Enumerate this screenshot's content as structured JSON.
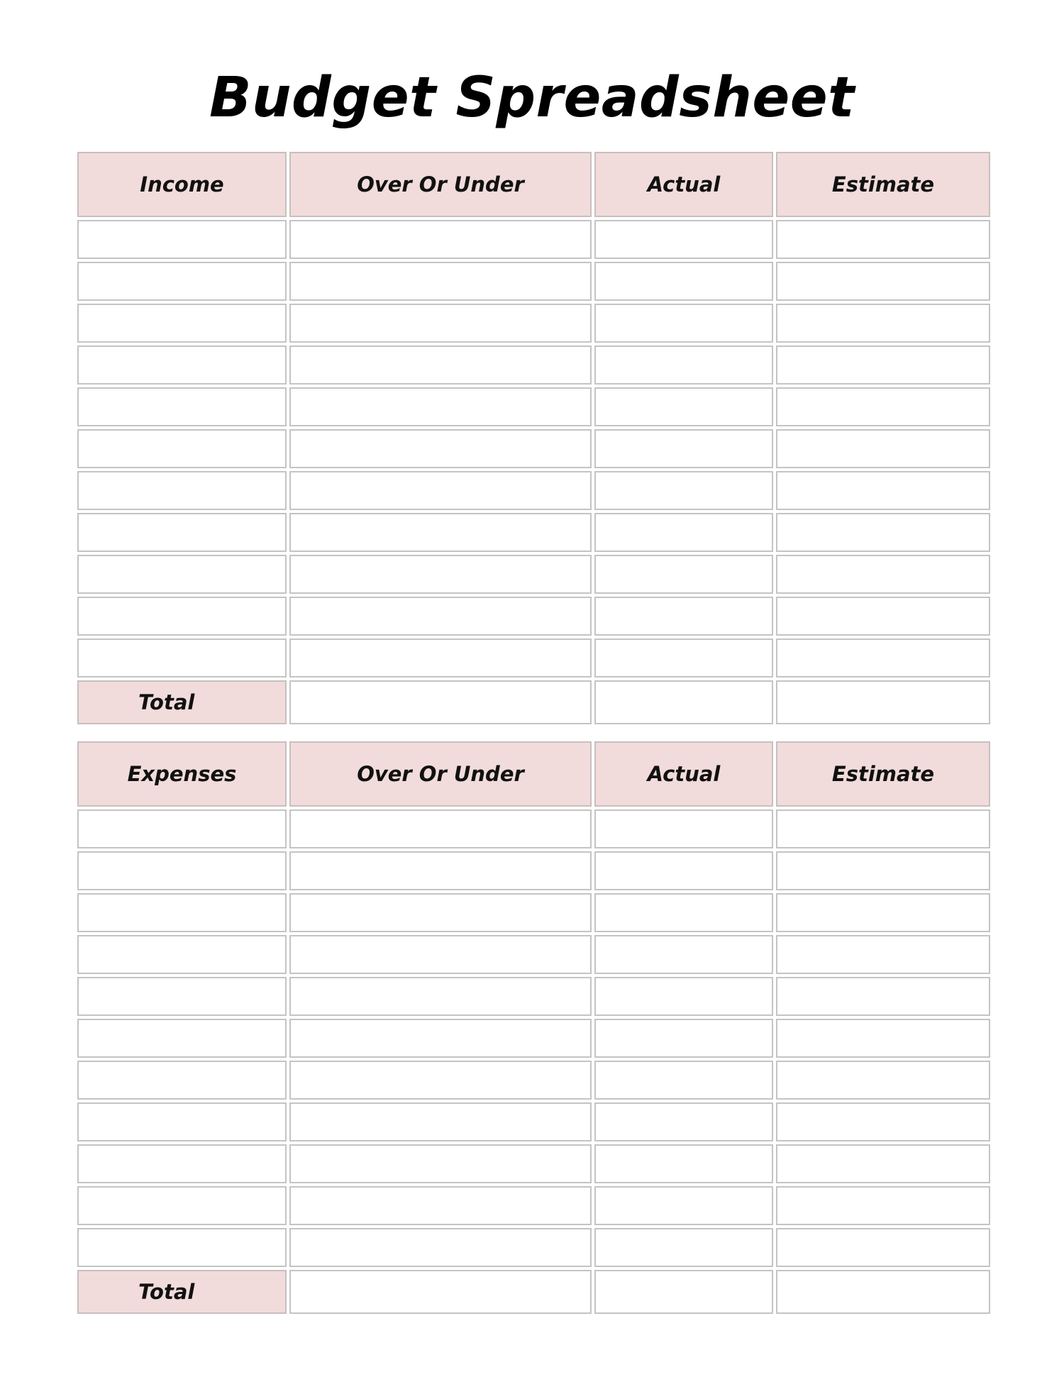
{
  "title": "Budget Spreadsheet",
  "income_table": {
    "headers": [
      "Income",
      "Over Or Under",
      "Actual",
      "Estimate"
    ],
    "rows": [
      [
        "",
        "",
        "",
        ""
      ],
      [
        "",
        "",
        "",
        ""
      ],
      [
        "",
        "",
        "",
        ""
      ],
      [
        "",
        "",
        "",
        ""
      ],
      [
        "",
        "",
        "",
        ""
      ],
      [
        "",
        "",
        "",
        ""
      ],
      [
        "",
        "",
        "",
        ""
      ],
      [
        "",
        "",
        "",
        ""
      ],
      [
        "",
        "",
        "",
        ""
      ],
      [
        "",
        "",
        "",
        ""
      ],
      [
        "",
        "",
        "",
        ""
      ]
    ],
    "total_label": "Total",
    "totals": [
      "",
      "",
      ""
    ]
  },
  "expenses_table": {
    "headers": [
      "Expenses",
      "Over Or Under",
      "Actual",
      "Estimate"
    ],
    "rows": [
      [
        "",
        "",
        "",
        ""
      ],
      [
        "",
        "",
        "",
        ""
      ],
      [
        "",
        "",
        "",
        ""
      ],
      [
        "",
        "",
        "",
        ""
      ],
      [
        "",
        "",
        "",
        ""
      ],
      [
        "",
        "",
        "",
        ""
      ],
      [
        "",
        "",
        "",
        ""
      ],
      [
        "",
        "",
        "",
        ""
      ],
      [
        "",
        "",
        "",
        ""
      ],
      [
        "",
        "",
        "",
        ""
      ],
      [
        "",
        "",
        "",
        ""
      ]
    ],
    "total_label": "Total",
    "totals": [
      "",
      "",
      ""
    ]
  },
  "colors": {
    "header_fill": "#f1dcdb",
    "cell_border": "#c4c4c4",
    "text": "#111111"
  }
}
